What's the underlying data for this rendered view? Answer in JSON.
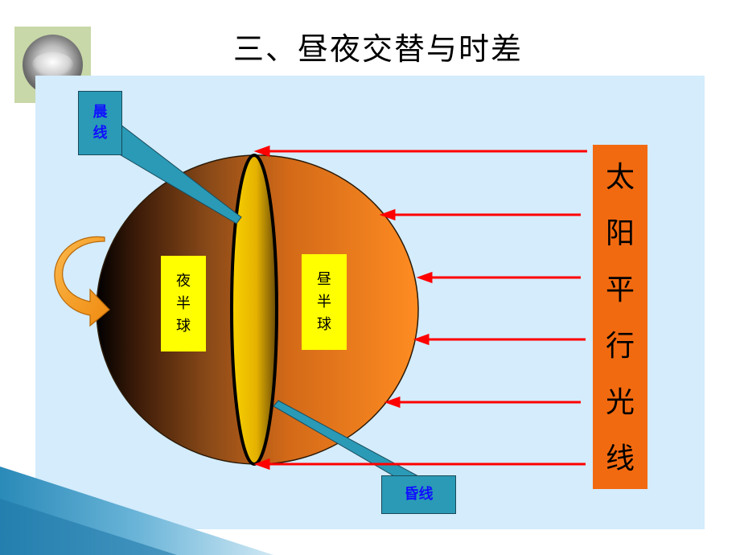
{
  "title": "三、昼夜交替与时差",
  "labels": {
    "dawn_line": "晨\n线",
    "dusk_line": "昏线",
    "night_hemisphere": "夜\n半\n球",
    "day_hemisphere": "昼\n半\n球",
    "parallel_sunlight": "太\n阳\n平\n行\n光\n线"
  },
  "colors": {
    "panel_background": "#d4ecfc",
    "sunlight_box": "#f26a10",
    "hemisphere_label_bg": "#ffff00",
    "callout_box": "#2a9ab6",
    "callout_text": "#1010ff",
    "sun_ray": "#ff0000",
    "terminator_band": "#f2c300",
    "globe_day": "#f7821c",
    "globe_night": "#000000",
    "rotation_arrow": "#f59a1a"
  },
  "icons": {
    "logo": "earth-globe-logo",
    "rotation": "curved-rotation-arrow-icon",
    "ray": "sun-ray-arrow-icon"
  }
}
